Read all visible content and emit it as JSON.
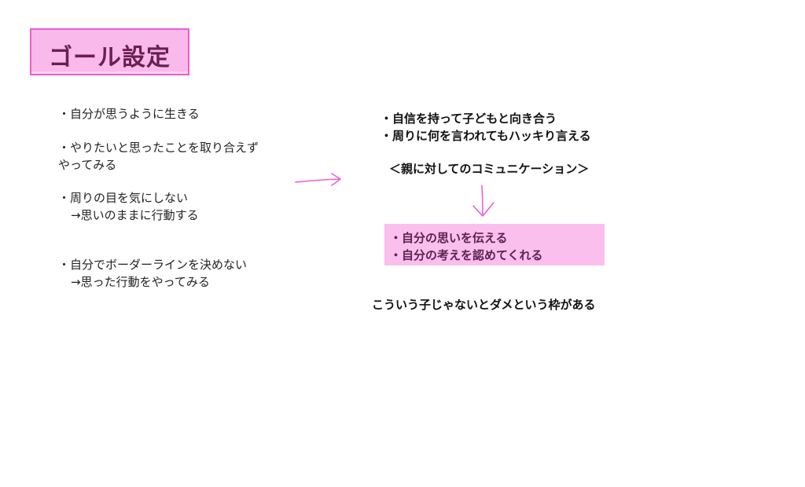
{
  "title": "ゴール設定",
  "left": {
    "items": [
      "・自分が思うように生きる",
      "・やりたいと思ったことを取り合えず",
      "やってみる",
      "・周りの目を気にしない",
      "→思いのままに行動する",
      "・自分でボーダーラインを決めない",
      "→思った行動をやってみる"
    ]
  },
  "right": {
    "goals": [
      "・自信を持って子どもと向き合う",
      "・周りに何を言われてもハッキり言える"
    ],
    "heading": "＜親に対してのコミュニケーション＞",
    "box_items": [
      "・自分の思いを伝える",
      "・自分の考えを認めてくれる"
    ],
    "note": "こういう子じゃないとダメという枠がある"
  },
  "colors": {
    "accent_pink": "#f9b9ea",
    "border_pink": "#e95fcf",
    "arrow_pink": "#ee5fd6"
  },
  "icons": [
    "right-arrow-icon",
    "down-arrow-icon"
  ]
}
